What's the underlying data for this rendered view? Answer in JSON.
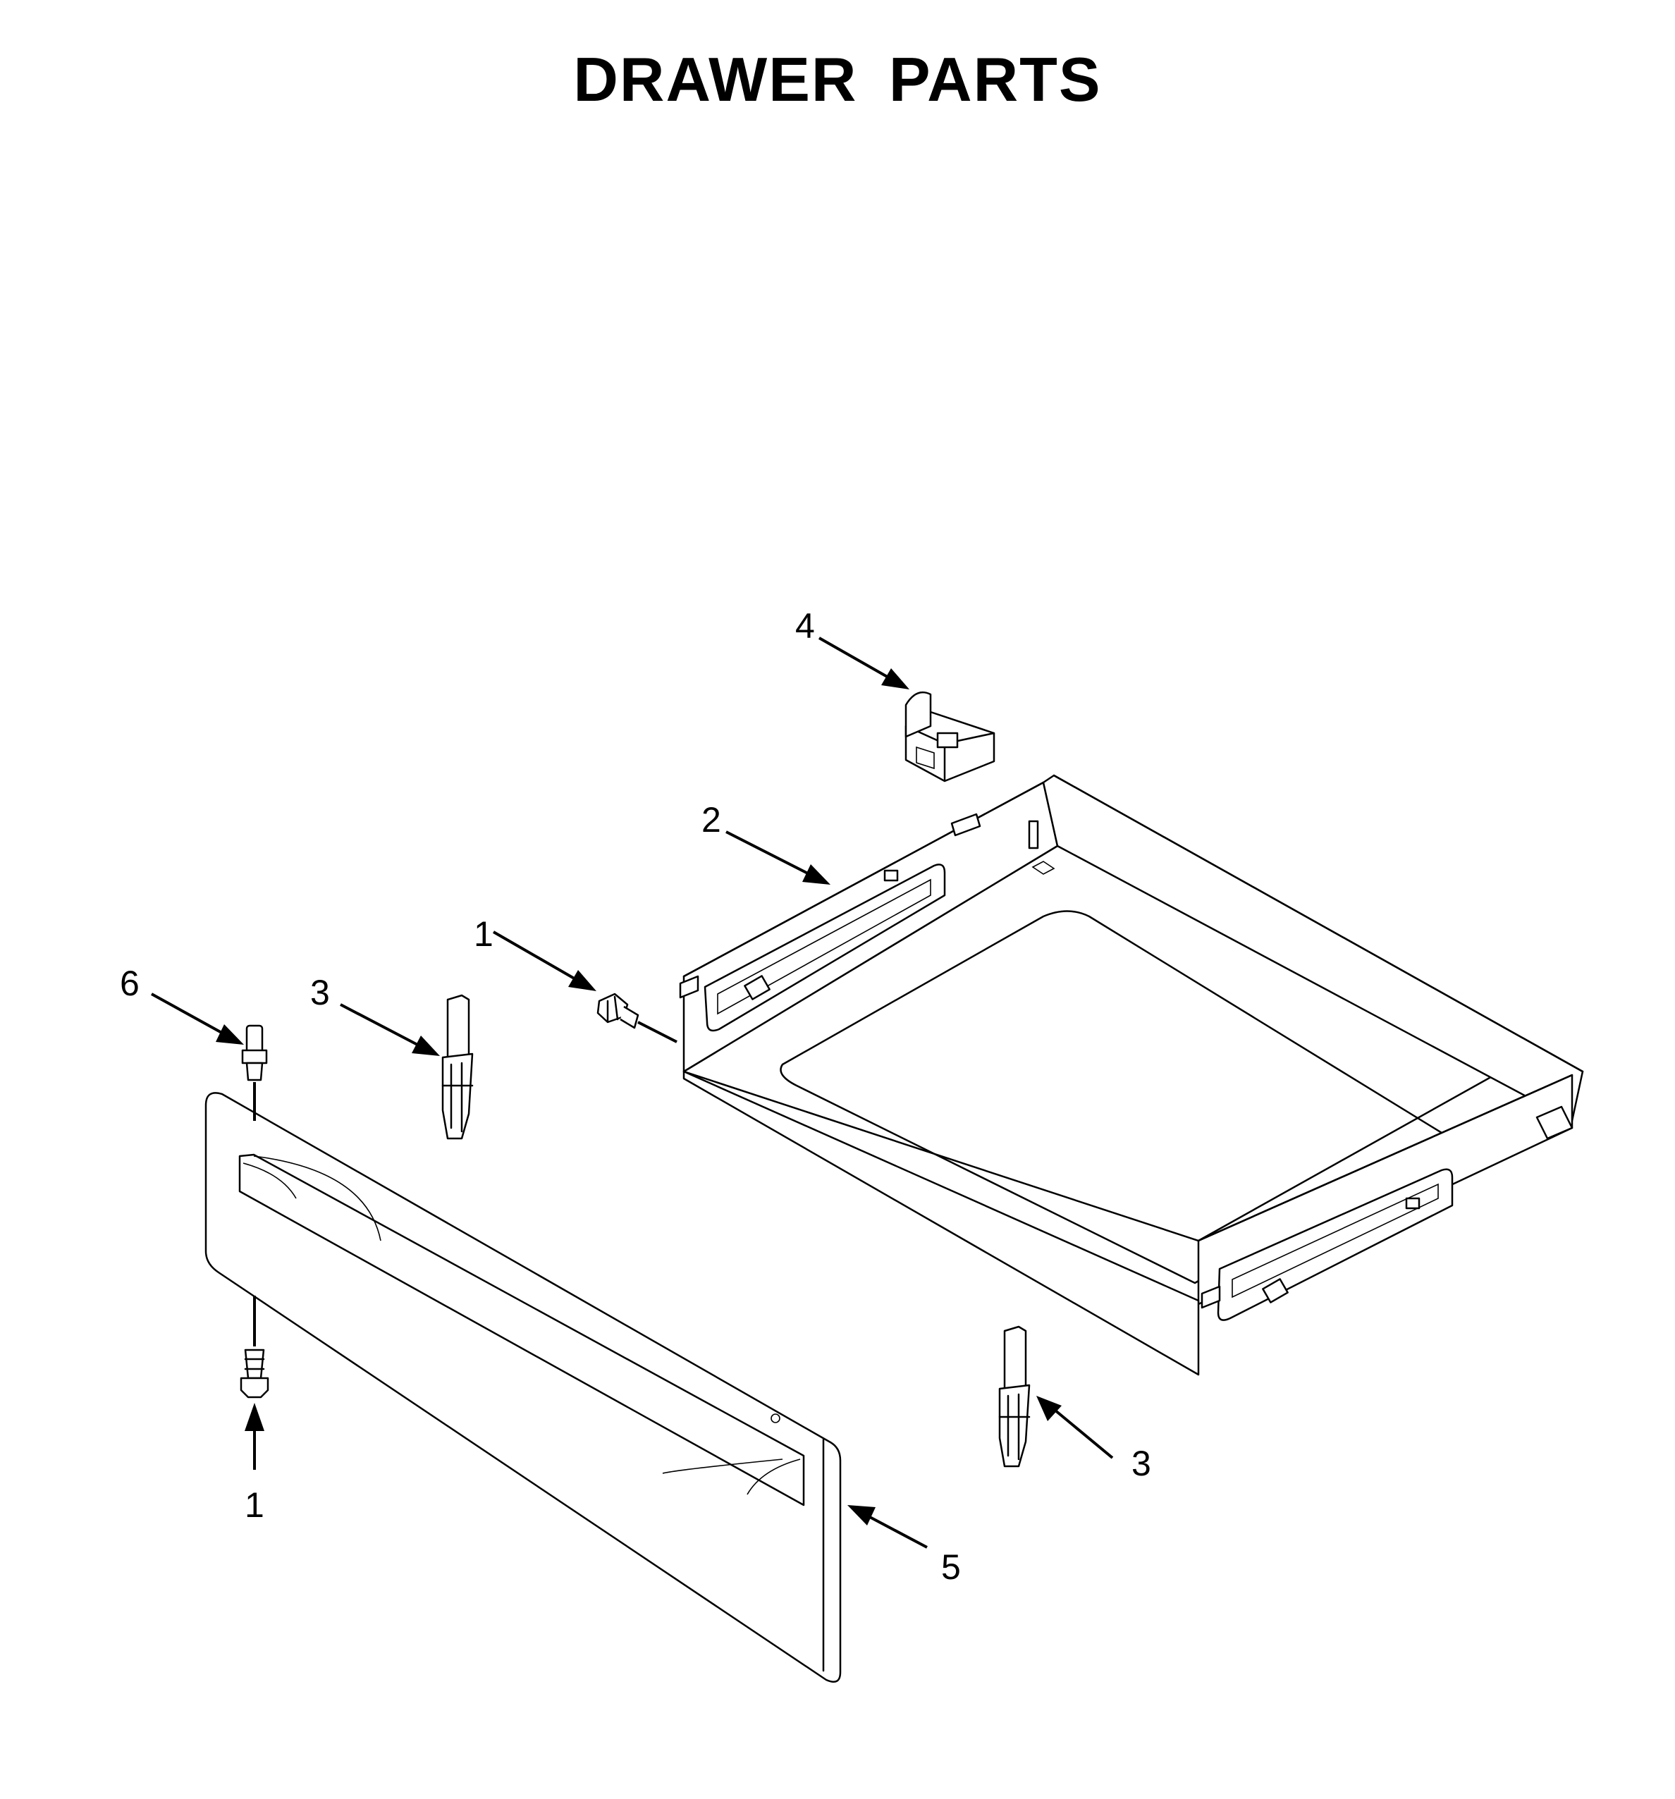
{
  "title": "DRAWER PARTS",
  "callouts": [
    "4",
    "2",
    "1",
    "6",
    "3",
    "3",
    "1",
    "5"
  ]
}
